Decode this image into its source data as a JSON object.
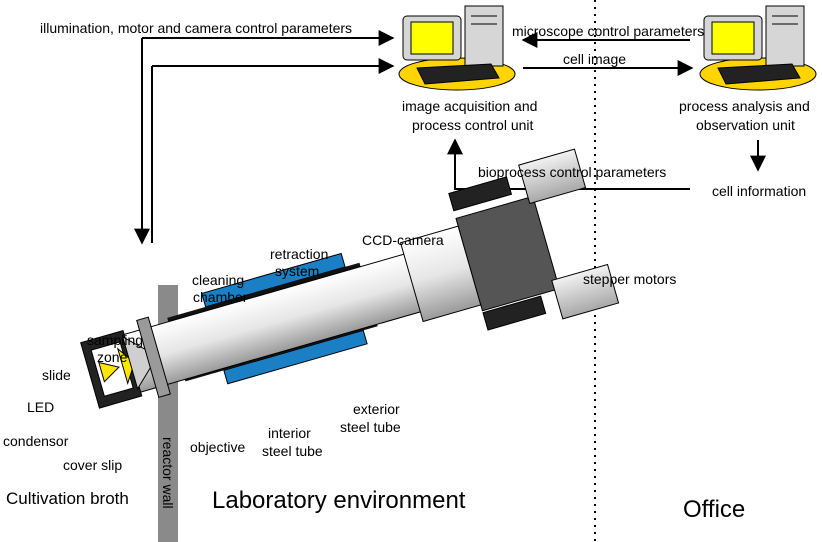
{
  "labels": {
    "illumination": "illumination, motor and  camera  control parameters",
    "microscope": "microscope  control parameters",
    "cell_image": "cell image",
    "iapc_line1": "image acquisition and",
    "iapc_line2": "process control unit",
    "paou_line1": "process analysis and",
    "paou_line2": "observation unit",
    "bioprocess": "bioprocess  control parameters",
    "cell_information": "cell  information",
    "ccd_camera": "CCD-camera",
    "retraction_1": "retraction",
    "retraction_2": "system",
    "cleaning_1": "cleaning",
    "cleaning_2": "chamber",
    "stepper_motors": "stepper motors",
    "sampling_1": "sampling",
    "sampling_2": "zone",
    "slide": "slide",
    "led": "LED",
    "condensor": "condensor",
    "cover_slip": "cover slip",
    "objective": "objective",
    "interior_1": "interior",
    "interior_2": "steel tube",
    "exterior_1": "exterior",
    "exterior_2": "steel tube",
    "reactor_wall": "reactor wall",
    "cultivation_broth": "Cultivation broth",
    "laboratory_environment": "Laboratory environment",
    "office": "Office"
  },
  "colors": {
    "computer_body": "#d6d6d6",
    "screen": "#ffff00",
    "pad": "#ffd400",
    "tube_blue": "#1a7fc4",
    "wall": "#8a8a8a",
    "camera_dark": "#555555",
    "motor": "#d9d9d9"
  },
  "icons": [
    "computer-icon",
    "computer-icon"
  ]
}
